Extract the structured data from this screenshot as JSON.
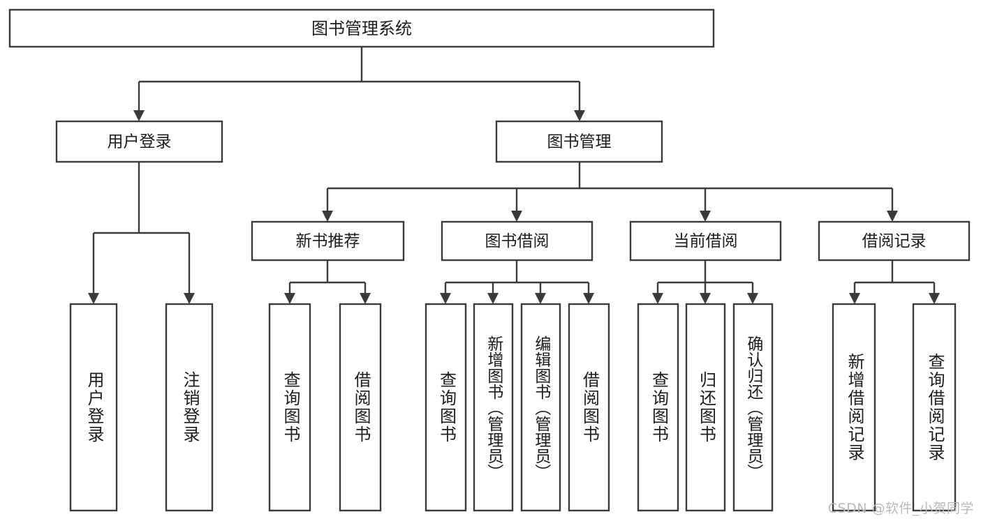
{
  "diagram": {
    "title": "图书管理系统",
    "type": "tree-hierarchy",
    "orientation": "top-down",
    "watermark": "CSDN @软件_小贺同学",
    "colors": {
      "box_stroke": "#3a3a3a",
      "box_fill": "#ffffff",
      "connector": "#3a3a3a",
      "text": "#1c1c1c",
      "watermark": "#b9b9b9",
      "background": "#ffffff"
    },
    "root": {
      "label": "图书管理系统"
    },
    "level2": [
      {
        "label": "用户登录"
      },
      {
        "label": "图书管理"
      }
    ],
    "level3": [
      {
        "label": "新书推荐"
      },
      {
        "label": "图书借阅"
      },
      {
        "label": "当前借阅"
      },
      {
        "label": "借阅记录"
      }
    ],
    "leaves": {
      "user_login": [
        {
          "label": "用户登录"
        },
        {
          "label": "注销登录"
        }
      ],
      "new_book_recommend": [
        {
          "label": "查询图书"
        },
        {
          "label": "借阅图书"
        }
      ],
      "book_borrow": [
        {
          "label": "查询图书"
        },
        {
          "label": "新增图书（管理员）"
        },
        {
          "label": "编辑图书（管理员）"
        },
        {
          "label": "借阅图书"
        }
      ],
      "current_borrow": [
        {
          "label": "查询图书"
        },
        {
          "label": "归还图书"
        },
        {
          "label": "确认归还（管理员）"
        }
      ],
      "borrow_records": [
        {
          "label": "新增借阅记录"
        },
        {
          "label": "查询借阅记录"
        }
      ]
    }
  }
}
